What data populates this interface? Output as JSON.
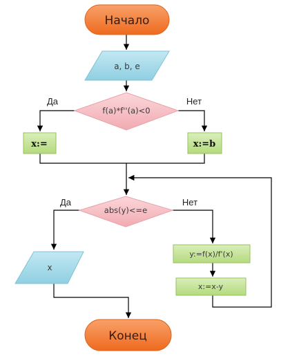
{
  "diagram": {
    "start_label": "Начало",
    "end_label": "Конец",
    "input_label": "a, b, e",
    "condition1_label": "f(a)*f''(a)<0",
    "condition1_yes": "Да",
    "condition1_no": "Нет",
    "assign_left_label": "x:=",
    "assign_right_label": "x:=b",
    "condition2_label": "abs(y)<=e",
    "condition2_yes": "Да",
    "condition2_no": "Нет",
    "output_label": "x",
    "step1_label": "y:=f(x)/f'(x)",
    "step2_label": "x:=x-y"
  },
  "colors": {
    "terminal_fill": "#f47a2f",
    "io_fill": "#a9dcea",
    "decision_fill": "#f7c4c8",
    "process_fill": "#c6e39a"
  }
}
